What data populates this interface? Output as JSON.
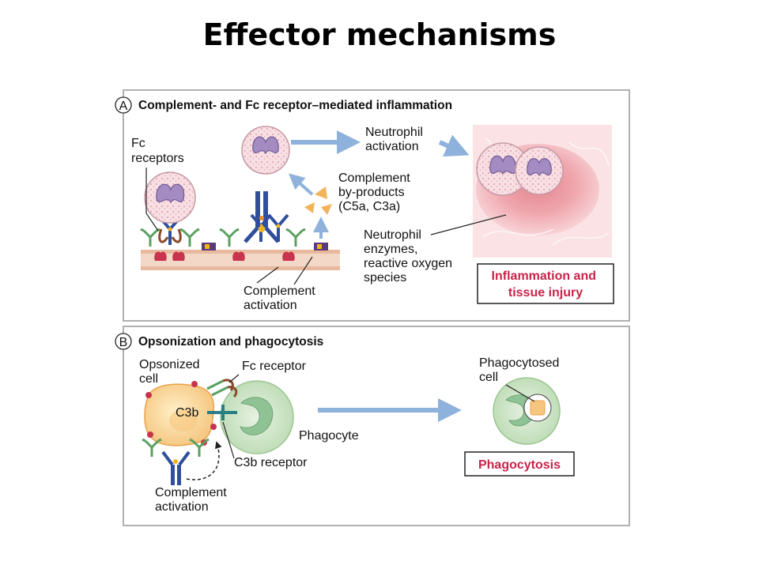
{
  "title": "Effector mechanisms",
  "panel_a": {
    "letter": "A",
    "heading": "Complement- and Fc receptor–mediated inflammation",
    "fc_receptors": [
      "Fc",
      "receptors"
    ],
    "neutrophil_activation": [
      "Neutrophil",
      "activation"
    ],
    "complement_byproducts": [
      "Complement",
      "by-products",
      "(C5a, C3a)"
    ],
    "neutrophil_enzymes": [
      "Neutrophil",
      "enzymes,",
      "reactive oxygen",
      "species"
    ],
    "complement_activation": [
      "Complement",
      "activation"
    ],
    "result": [
      "Inflammation and",
      "tissue injury"
    ]
  },
  "panel_b": {
    "letter": "B",
    "heading": "Opsonization and phagocytosis",
    "opsonized_cell": [
      "Opsonized",
      "cell"
    ],
    "fc_receptor": "Fc receptor",
    "c3b": "C3b",
    "phagocyte": "Phagocyte",
    "c3b_receptor": "C3b receptor",
    "complement_activation": [
      "Complement",
      "activation"
    ],
    "phagocytosed_cell": [
      "Phagocytosed",
      "cell"
    ],
    "result": "Phagocytosis"
  },
  "colors": {
    "badge_text": "#c8234a",
    "panel_border": "#b0b0b0",
    "arrow": "#8fb2dc",
    "antibody": "#2f4f9e",
    "fc_receptor": "#8a4a2a",
    "complement_receptor": "#5aa060"
  }
}
